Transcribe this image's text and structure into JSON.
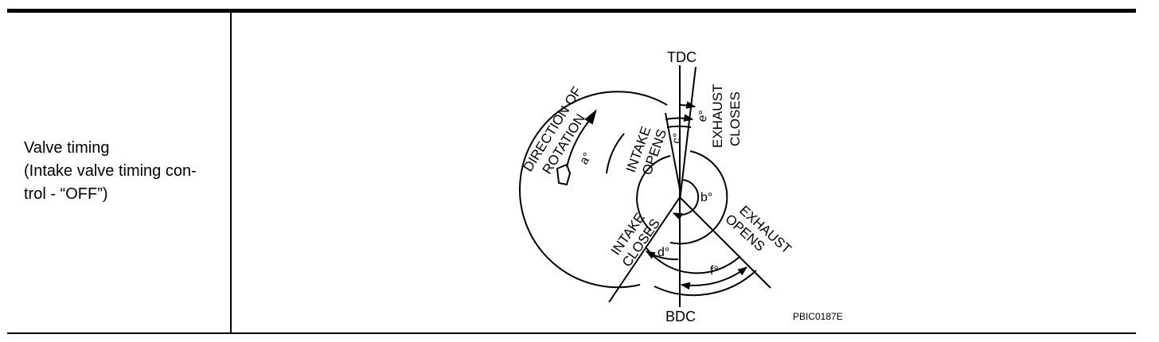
{
  "row": {
    "label_lines": [
      "Valve timing",
      "(Intake valve timing con-",
      "trol - “OFF”)"
    ]
  },
  "diagram": {
    "tdc": "TDC",
    "bdc": "BDC",
    "direction_1": "DIRECTION OF",
    "direction_2": "ROTATION",
    "intake_opens_1": "INTAKE",
    "intake_opens_2": "OPENS",
    "intake_closes_1": "INTAKE",
    "intake_closes_2": "CLOSES",
    "exhaust_closes_1": "EXHAUST",
    "exhaust_closes_2": "CLOSES",
    "exhaust_opens_1": "EXHAUST",
    "exhaust_opens_2": "OPENS",
    "angle_a": "a°",
    "angle_b": "b°",
    "angle_c": "c°",
    "angle_d": "d°",
    "angle_e": "e°",
    "angle_f": "f°",
    "figure_code": "PBIC0187E"
  }
}
